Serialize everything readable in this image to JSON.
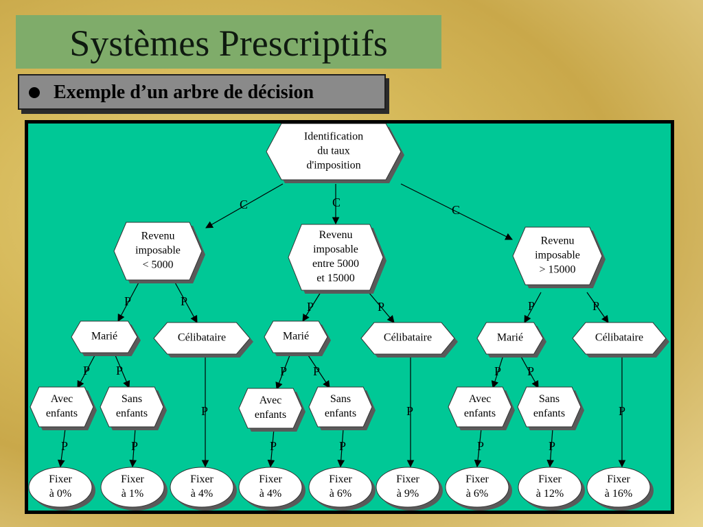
{
  "title": "Systèmes Prescriptifs",
  "subtitle": "Exemple d’un arbre de décision",
  "diagram": {
    "root": {
      "lines": [
        "Identification",
        "du taux",
        "d'imposition"
      ]
    },
    "level1": [
      {
        "lines": [
          "Revenu",
          "imposable",
          "< 5000"
        ]
      },
      {
        "lines": [
          "Revenu",
          "imposable",
          "entre 5000",
          "et 15000"
        ]
      },
      {
        "lines": [
          "Revenu",
          "imposable",
          "> 15000"
        ]
      }
    ],
    "level2": [
      {
        "lines": [
          "Marié"
        ]
      },
      {
        "lines": [
          "Célibataire"
        ]
      },
      {
        "lines": [
          "Marié"
        ]
      },
      {
        "lines": [
          "Célibataire"
        ]
      },
      {
        "lines": [
          "Marié"
        ]
      },
      {
        "lines": [
          "Célibataire"
        ]
      }
    ],
    "level3": [
      {
        "lines": [
          "Avec",
          "enfants"
        ]
      },
      {
        "lines": [
          "Sans",
          "enfants"
        ]
      },
      {
        "lines": [
          "Avec",
          "enfants"
        ]
      },
      {
        "lines": [
          "Sans",
          "enfants"
        ]
      },
      {
        "lines": [
          "Avec",
          "enfants"
        ]
      },
      {
        "lines": [
          "Sans",
          "enfants"
        ]
      }
    ],
    "leaves": [
      {
        "lines": [
          "Fixer",
          "à 0%"
        ]
      },
      {
        "lines": [
          "Fixer",
          "à 1%"
        ]
      },
      {
        "lines": [
          "Fixer",
          "à 4%"
        ]
      },
      {
        "lines": [
          "Fixer",
          "à 4%"
        ]
      },
      {
        "lines": [
          "Fixer",
          "à 6%"
        ]
      },
      {
        "lines": [
          "Fixer",
          "à 9%"
        ]
      },
      {
        "lines": [
          "Fixer",
          "à 6%"
        ]
      },
      {
        "lines": [
          "Fixer",
          "à 12%"
        ]
      },
      {
        "lines": [
          "Fixer",
          "à 16%"
        ]
      }
    ],
    "edge_label_root": "C",
    "edge_label_child": "P"
  },
  "colors": {
    "diagram_bg": "#00c896",
    "node_fill": "#ffffff",
    "node_shadow": "#5a5a5a",
    "title_bg": "#7fac6a",
    "subtitle_bg": "#8a8a8a"
  }
}
